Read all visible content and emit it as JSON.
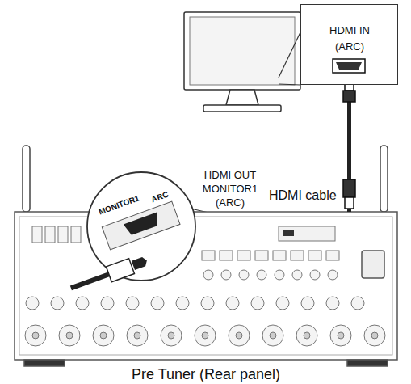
{
  "diagram": {
    "nodes": [
      {
        "text": [
          "HDMI IN (ARC)"
        ]
      },
      {
        "text": [
          "Pre Tuner (Rear panel)"
        ]
      },
      {
        "text": [
          "HDMI OUT MONITOR1 (ARC)",
          "MONITOR1",
          "ARC"
        ],
        "in": 1
      }
    ],
    "edges": [
      {
        "from": 0,
        "to": 1,
        "label": "HDMI cable",
        "arrow": "none"
      }
    ]
  }
}
